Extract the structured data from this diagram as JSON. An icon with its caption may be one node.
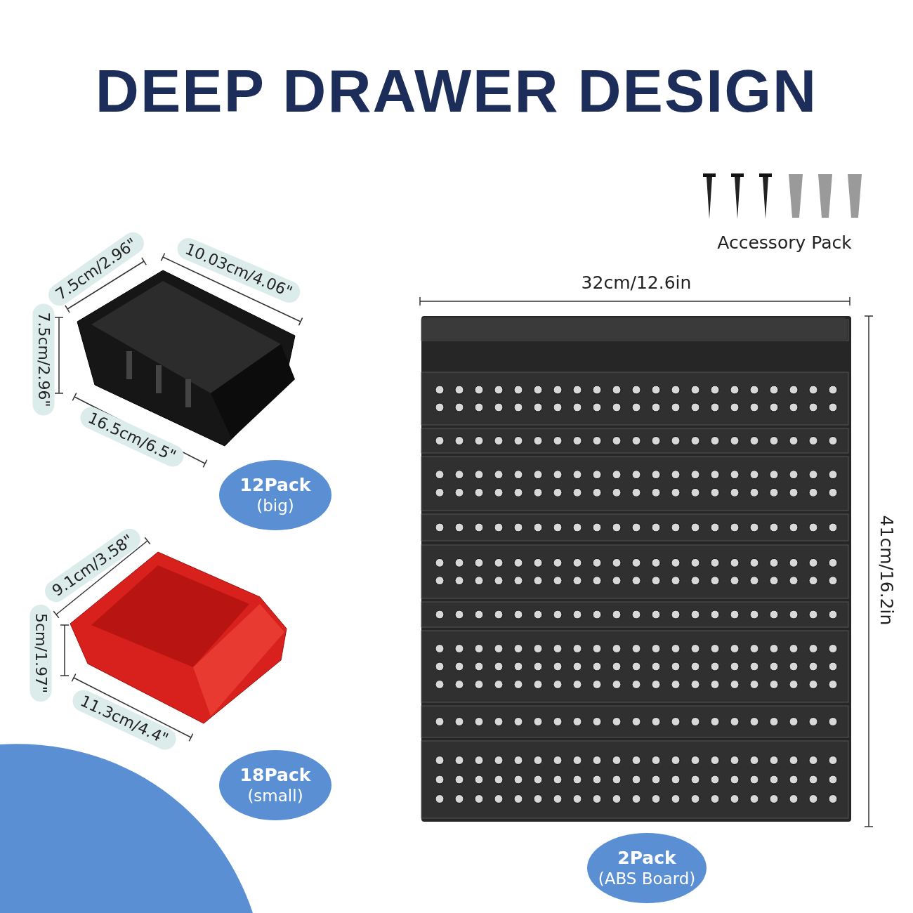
{
  "diagram": {
    "title": "DEEP DRAWER DESIGN",
    "nodes": [
      {
        "text": [
          "12Pack",
          "(big)"
        ]
      },
      {
        "text": [
          "18Pack",
          "(small)"
        ]
      },
      {
        "text": [
          "2Pack",
          "(ABS Board)"
        ]
      }
    ],
    "labels": [
      "Accessory Pack",
      "7.5cm/2.96\"",
      "10.03cm/4.06\"",
      "7.5cm/2.96\"",
      "32cm/12.6in",
      "16.5cm/6.5\"",
      "41cm/16.2in",
      "9.1cm/3.58\"",
      "5cm/1.97\"",
      "11.3cm/4.4\""
    ]
  }
}
